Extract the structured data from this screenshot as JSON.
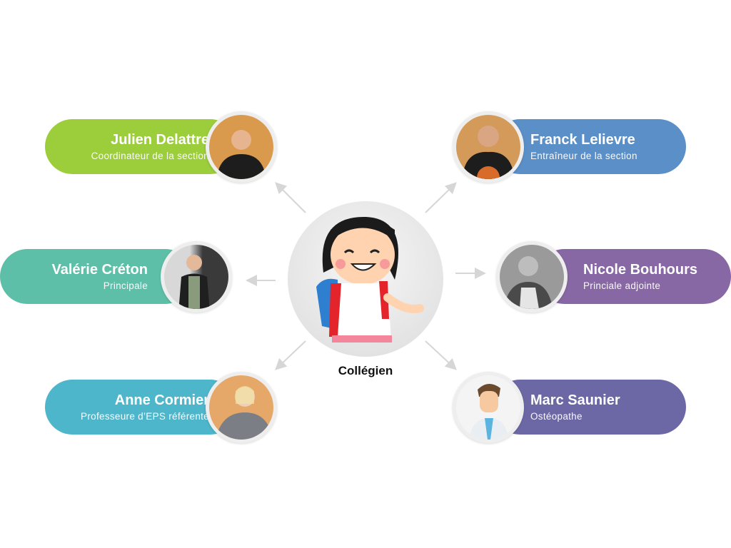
{
  "center": {
    "label": "Collégien",
    "icon": "student-cartoon-icon"
  },
  "people": [
    {
      "name": "Julien Delattre",
      "role": "Coordinateur de la section",
      "color": "#9ccd3a"
    },
    {
      "name": "Franck Lelievre",
      "role": "Entraîneur de la section",
      "color": "#5b8fc8"
    },
    {
      "name": "Valérie Créton",
      "role": "Principale",
      "color": "#5ebfa9"
    },
    {
      "name": "Nicole Bouhours",
      "role": "Princiale adjointe",
      "color": "#8868a4"
    },
    {
      "name": "Anne Cormier",
      "role": "Professeure d’EPS référente",
      "color": "#4db6cb"
    },
    {
      "name": "Marc Saunier",
      "role": "Ostéopathe",
      "color": "#6c68a6"
    }
  ],
  "arrow_color": "#d6d6d6"
}
